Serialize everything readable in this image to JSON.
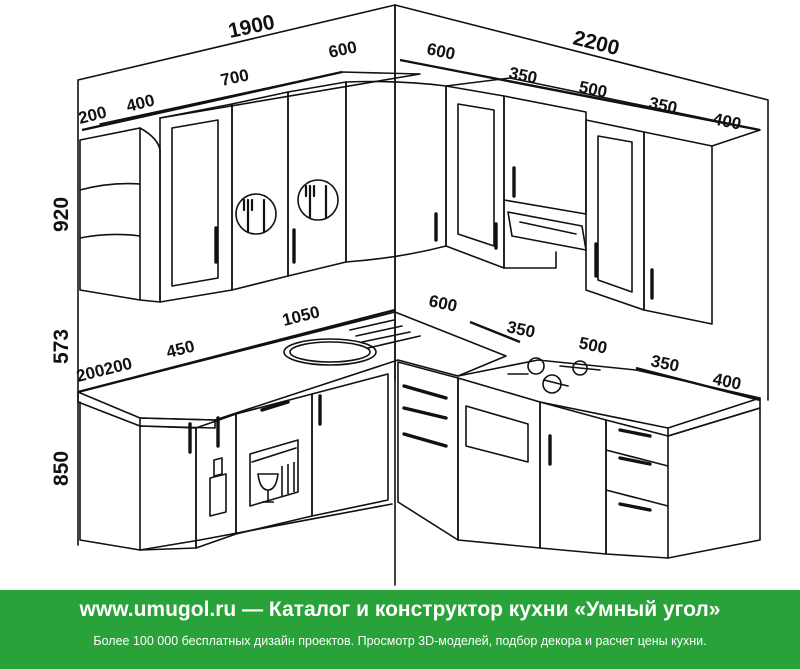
{
  "diagram": {
    "widths_top": {
      "total_left": "1900",
      "total_right": "2200",
      "corner_left": "600",
      "corner_right": "600",
      "left_200": "200",
      "left_400": "400",
      "left_700": "700",
      "right_350a": "350",
      "right_500": "500",
      "right_350b": "350",
      "right_400": "400"
    },
    "heights": {
      "upper": "920",
      "gap": "573",
      "lower": "850"
    },
    "widths_bottom": {
      "left_200200": "200200",
      "left_450": "450",
      "left_1050": "1050",
      "corner_600": "600",
      "right_350a": "350",
      "right_500": "500",
      "right_350b": "350",
      "right_400": "400"
    }
  },
  "footer": {
    "line1": "www.umugol.ru — Каталог и конструктор кухни «Умный угол»",
    "line2": "Более 100 000 бесплатных дизайн проектов. Просмотр 3D-моделей, подбор декора и расчет цены кухни."
  },
  "colors": {
    "footer_bg": "#2aa23a",
    "line": "#111111"
  }
}
